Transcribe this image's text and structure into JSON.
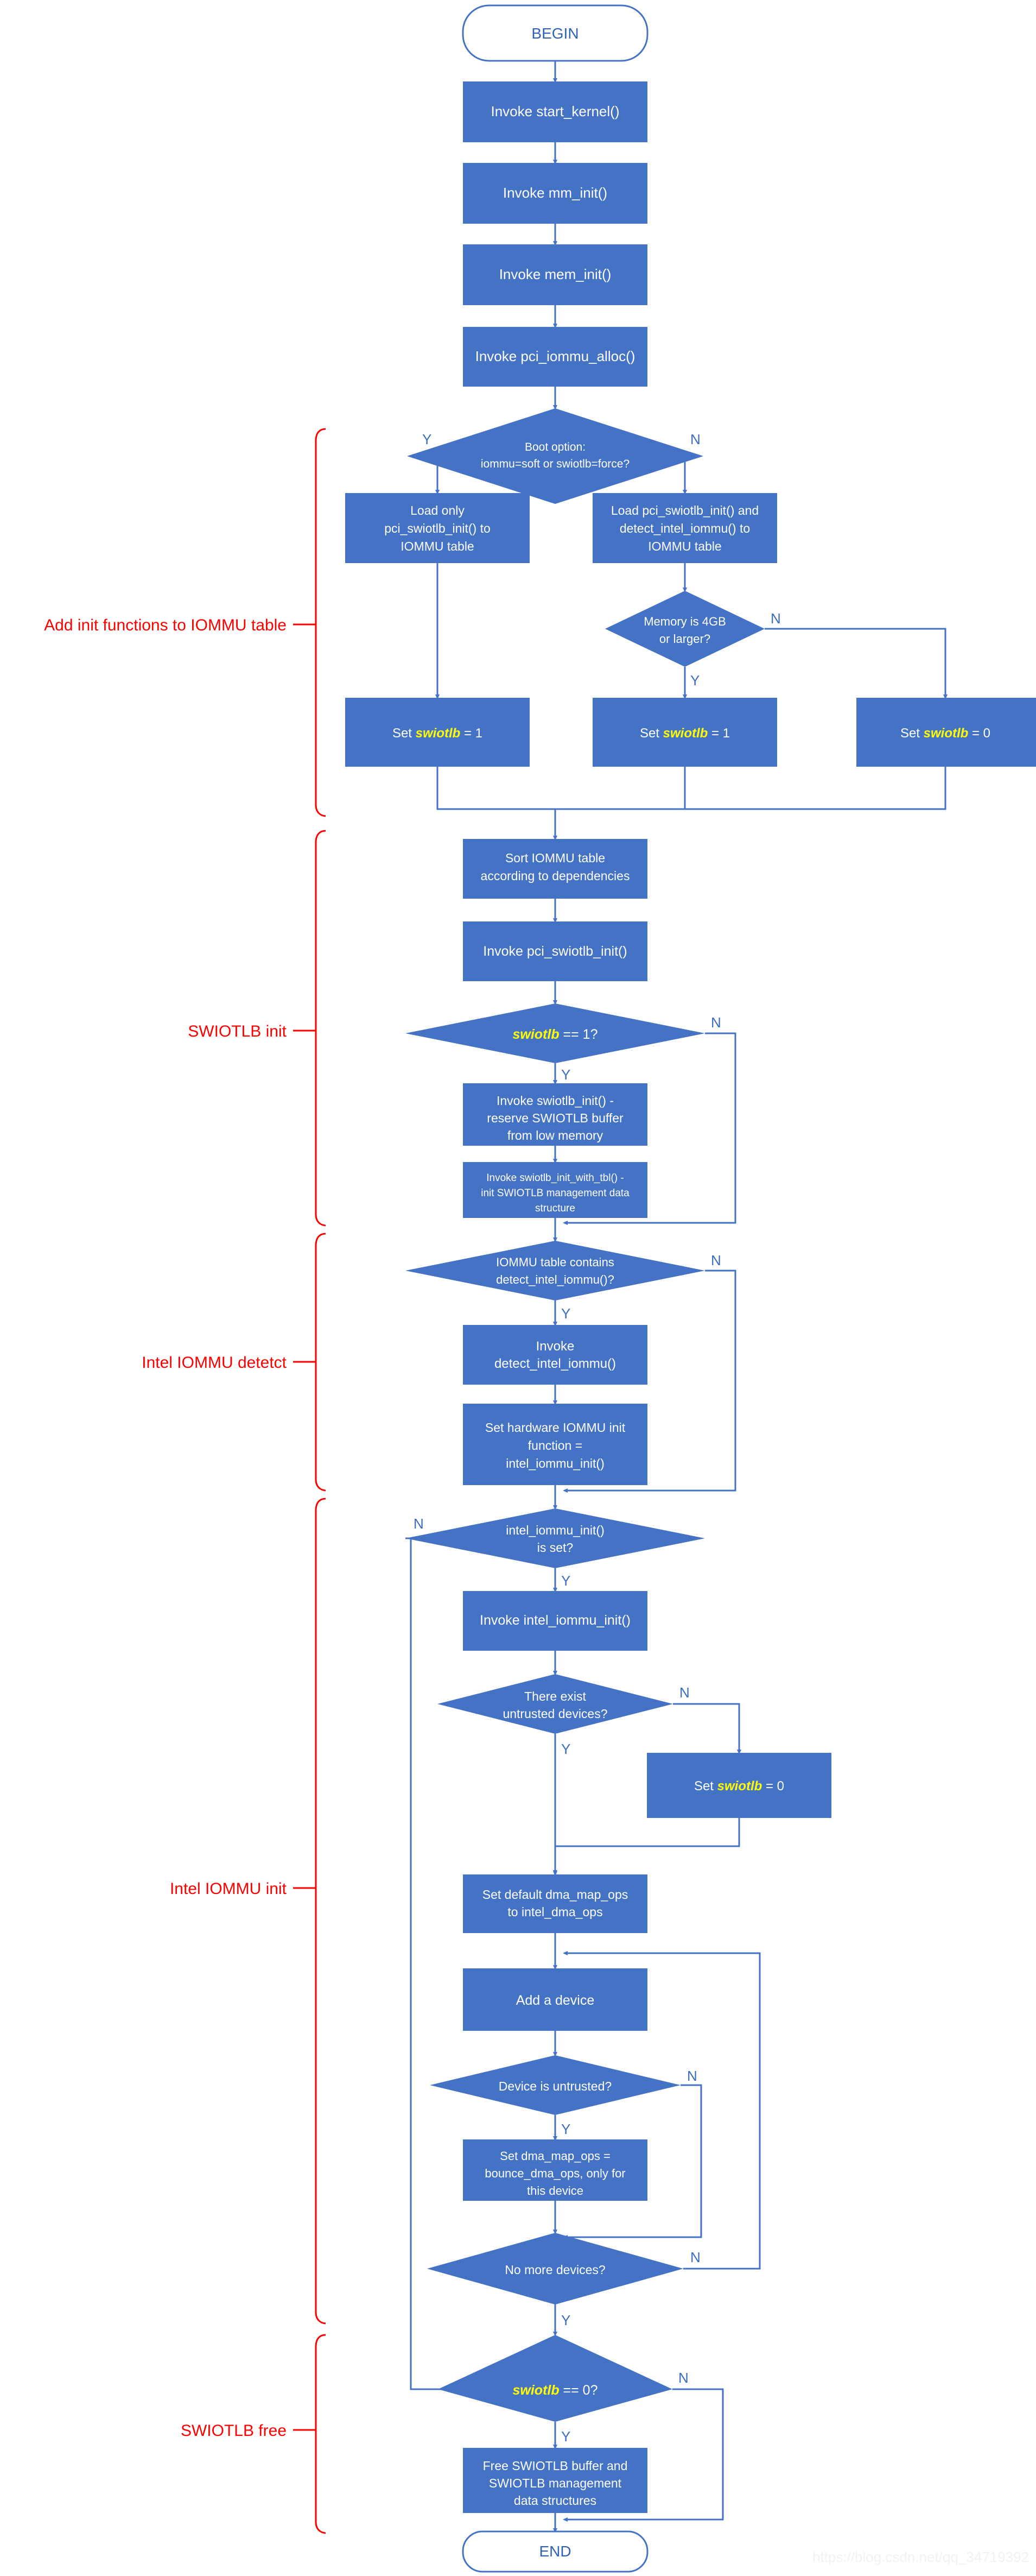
{
  "diagram": {
    "title": "Linux kernel SWIOTLB / Intel IOMMU initialization flowchart",
    "watermark": "https://blog.csdn.net/qq_34719392",
    "colors": {
      "node_fill": "#4472C4",
      "line": "#4472C4",
      "terminator_text": "#2E62B4",
      "section_label": "#FF0000",
      "highlight_variable": "#FFFF00",
      "node_text": "#FFFFFF"
    },
    "variable_name": "swiotlb",
    "branch_yes": "Y",
    "branch_no": "N"
  },
  "section_labels": [
    {
      "id": "add-init",
      "text": "Add init functions to IOMMU table"
    },
    {
      "id": "swiotlb-init",
      "text": "SWIOTLB init"
    },
    {
      "id": "intel-detect",
      "text": "Intel IOMMU detetct"
    },
    {
      "id": "intel-init",
      "text": "Intel IOMMU init"
    },
    {
      "id": "swiotlb-free",
      "text": "SWIOTLB free"
    }
  ],
  "nodes": {
    "begin": {
      "type": "terminator",
      "label": "BEGIN"
    },
    "start_kernel": {
      "type": "process",
      "label": "Invoke start_kernel()"
    },
    "mm_init": {
      "type": "process",
      "label": "Invoke mm_init()"
    },
    "mem_init": {
      "type": "process",
      "label": "Invoke mem_init()"
    },
    "pci_iommu_alloc": {
      "type": "process",
      "label": "Invoke pci_iommu_alloc()"
    },
    "boot_option": {
      "type": "decision",
      "line1": "Boot option:",
      "line2": "iommu=soft or swiotlb=force?"
    },
    "load_only": {
      "type": "process",
      "line1": "Load only",
      "line2": "pci_swiotlb_init() to",
      "line3": "IOMMU table"
    },
    "load_both": {
      "type": "process",
      "line1": "Load pci_swiotlb_init() and",
      "line2": "detect_intel_iommu() to",
      "line3": "IOMMU table"
    },
    "mem_4gb": {
      "type": "decision",
      "line1": "Memory is 4GB",
      "line2": "or larger?"
    },
    "set_sw_1_left": {
      "type": "process",
      "prefix": "Set ",
      "var": "swiotlb",
      "suffix": " = 1"
    },
    "set_sw_1_mid": {
      "type": "process",
      "prefix": "Set ",
      "var": "swiotlb",
      "suffix": " = 1"
    },
    "set_sw_0_right": {
      "type": "process",
      "prefix": "Set ",
      "var": "swiotlb",
      "suffix": " = 0"
    },
    "sort_table": {
      "type": "process",
      "line1": "Sort IOMMU table",
      "line2": "according to dependencies"
    },
    "pci_swiotlb_init": {
      "type": "process",
      "label": "Invoke pci_swiotlb_init()"
    },
    "swiotlb_eq_1": {
      "type": "decision",
      "prefix": "",
      "var": "swiotlb",
      "suffix": " == 1?"
    },
    "swiotlb_init": {
      "type": "process",
      "line1": "Invoke swiotlb_init() -",
      "line2": "reserve SWIOTLB buffer",
      "line3": "from low memory"
    },
    "swiotlb_init_with_tbl": {
      "type": "process",
      "line1": "Invoke swiotlb_init_with_tbl() -",
      "line2": "init SWIOTLB management data",
      "line3": "structure"
    },
    "table_contains": {
      "type": "decision",
      "line1": "IOMMU table contains",
      "line2": "detect_intel_iommu()?"
    },
    "invoke_detect": {
      "type": "process",
      "line1": "Invoke",
      "line2": "detect_intel_iommu()"
    },
    "set_hw_init": {
      "type": "process",
      "line1": "Set hardware IOMMU init",
      "line2": "function =",
      "line3": "intel_iommu_init()"
    },
    "init_is_set": {
      "type": "decision",
      "line1": "intel_iommu_init()",
      "line2": "is set?"
    },
    "invoke_intel_init": {
      "type": "process",
      "label": "Invoke intel_iommu_init()"
    },
    "exist_untrusted": {
      "type": "decision",
      "line1": "There exist",
      "line2": "untrusted devices?"
    },
    "set_sw_0_untrusted": {
      "type": "process",
      "prefix": "Set ",
      "var": "swiotlb",
      "suffix": " = 0"
    },
    "set_default_ops": {
      "type": "process",
      "line1": "Set default dma_map_ops",
      "line2": "to intel_dma_ops"
    },
    "add_device": {
      "type": "process",
      "label": "Add a device"
    },
    "device_untrusted": {
      "type": "decision",
      "label": "Device is untrusted?"
    },
    "set_bounce_ops": {
      "type": "process",
      "line1": "Set dma_map_ops =",
      "line2": "bounce_dma_ops, only for",
      "line3": "this device"
    },
    "no_more_devices": {
      "type": "decision",
      "label": "No more devices?"
    },
    "swiotlb_eq_0": {
      "type": "decision",
      "prefix": "",
      "var": "swiotlb",
      "suffix": " == 0?"
    },
    "free_swiotlb": {
      "type": "process",
      "line1": "Free SWIOTLB buffer and",
      "line2": "SWIOTLB management",
      "line3": "data structures"
    },
    "end": {
      "type": "terminator",
      "label": "END"
    }
  },
  "edge_labels": [
    {
      "id": "boot-y",
      "text": "Y"
    },
    {
      "id": "boot-n",
      "text": "N"
    },
    {
      "id": "mem4gb-y",
      "text": "Y"
    },
    {
      "id": "mem4gb-n",
      "text": "N"
    },
    {
      "id": "sw1-y",
      "text": "Y"
    },
    {
      "id": "sw1-n",
      "text": "N"
    },
    {
      "id": "contains-y",
      "text": "Y"
    },
    {
      "id": "contains-n",
      "text": "N"
    },
    {
      "id": "isset-y",
      "text": "Y"
    },
    {
      "id": "isset-n",
      "text": "N"
    },
    {
      "id": "untrusted-y",
      "text": "Y"
    },
    {
      "id": "untrusted-n",
      "text": "N"
    },
    {
      "id": "devuntrusted-y",
      "text": "Y"
    },
    {
      "id": "devuntrusted-n",
      "text": "N"
    },
    {
      "id": "nomore-y",
      "text": "Y"
    },
    {
      "id": "nomore-n",
      "text": "N"
    },
    {
      "id": "sw0-y",
      "text": "Y"
    },
    {
      "id": "sw0-n",
      "text": "N"
    }
  ]
}
